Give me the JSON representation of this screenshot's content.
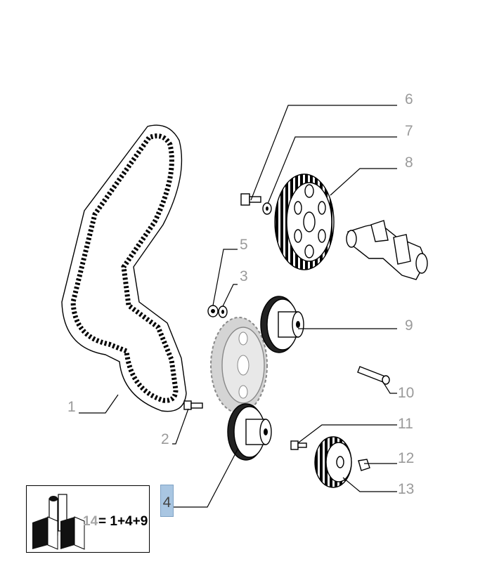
{
  "callouts": {
    "c1": "1",
    "c2": "2",
    "c3": "3",
    "c4": "4",
    "c5": "5",
    "c6": "6",
    "c7": "7",
    "c8": "8",
    "c9": "9",
    "c10": "10",
    "c11": "11",
    "c12": "12",
    "c13": "13"
  },
  "kit": {
    "number": "14",
    "formula": "= 1+4+9",
    "icon_names": [
      "kit-boxes-icon"
    ]
  },
  "colors": {
    "callout_gray": "#9a9a9a",
    "highlight_blue": "#a9c6e2"
  }
}
